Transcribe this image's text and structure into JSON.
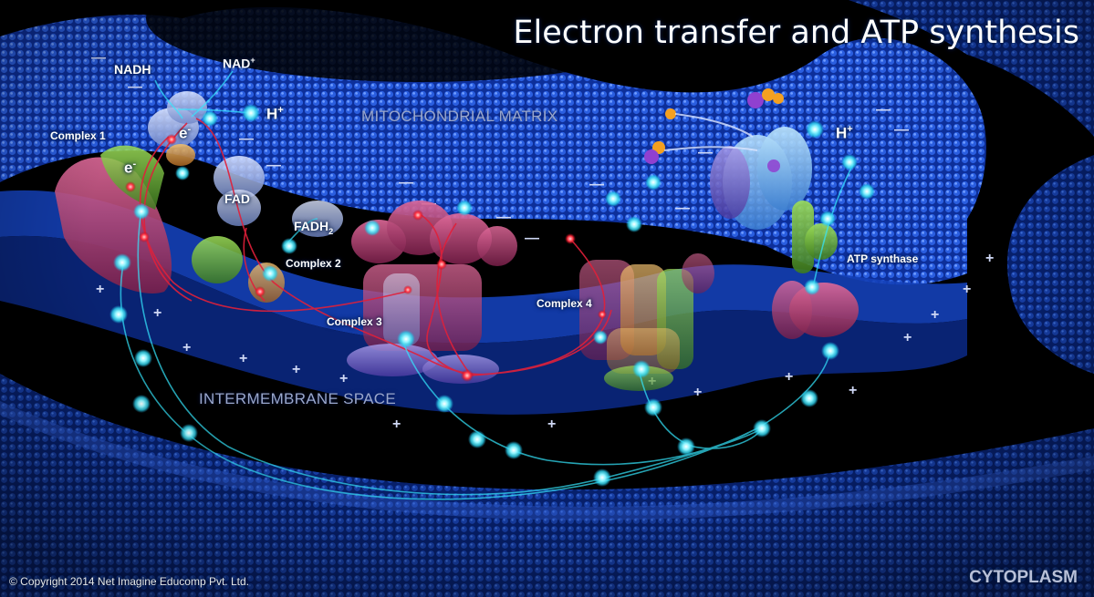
{
  "title": "Electron transfer and ATP synthesis",
  "regions": {
    "matrix": "MITOCHONDRIAL MATRIX",
    "intermembrane": "INTERMEMBRANE SPACE",
    "cytoplasm": "CYTOPLASM"
  },
  "complexes": {
    "c1": "Complex 1",
    "c2": "Complex 2",
    "c3": "Complex 3",
    "c4": "Complex 4",
    "atp_synthase": "ATP synthase"
  },
  "molecules": {
    "nadh": "NADH",
    "nad_base": "NAD",
    "nad_sup": "+",
    "fad": "FAD",
    "fadh_base": "FADH",
    "fadh_sub": "2",
    "electron": "e",
    "electron_sup": "-",
    "proton": "H",
    "proton_sup": "+"
  },
  "copyright": "© Copyright 2014 Net Imagine Educomp Pvt. Ltd.",
  "colors": {
    "membrane": "#1c49c9",
    "proton_glow": "#35e8ff",
    "electron_path": "#e0203a",
    "background": "#000000"
  }
}
